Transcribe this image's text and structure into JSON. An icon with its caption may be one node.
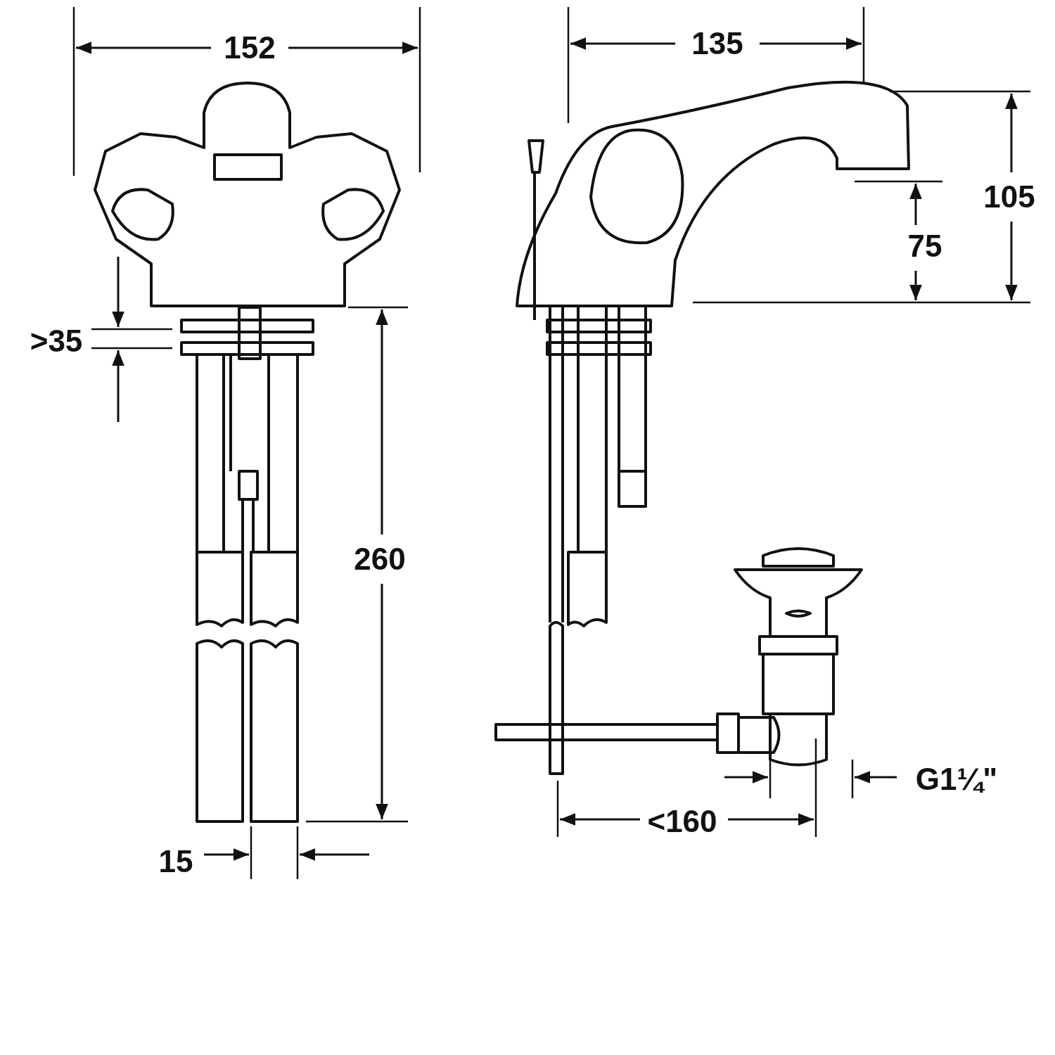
{
  "diagram": {
    "labels": [
      "152",
      "135",
      "105",
      "75",
      ">35",
      "260",
      "15",
      "<160",
      "G1¼\""
    ]
  }
}
